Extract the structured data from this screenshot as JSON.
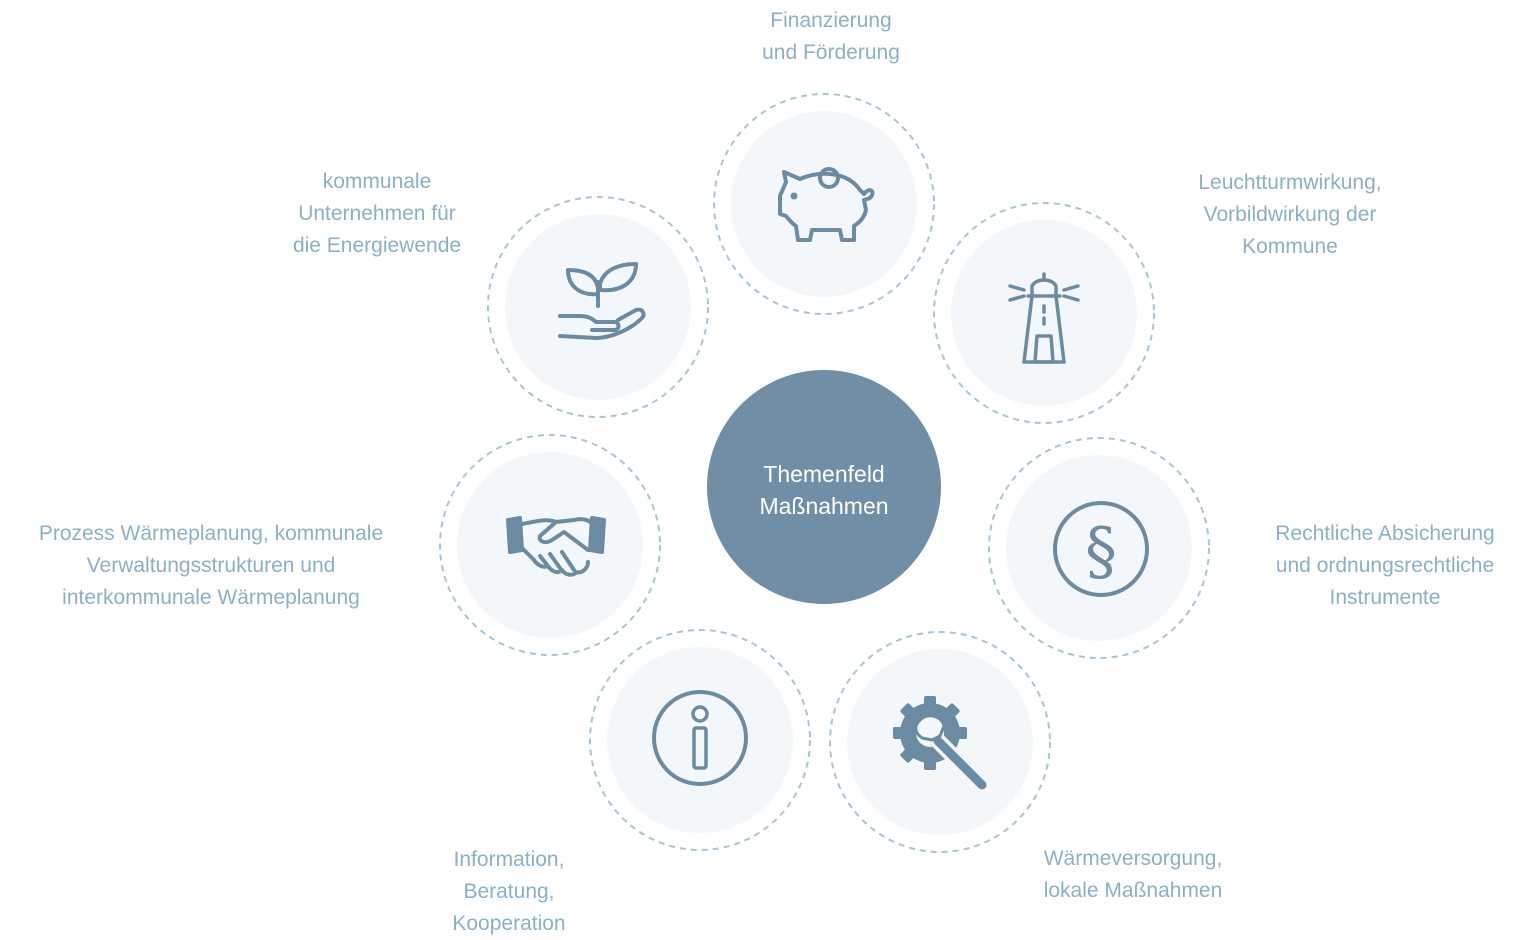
{
  "center": {
    "line1": "Themenfeld",
    "line2": "Maßnahmen"
  },
  "colors": {
    "center_fill": "#708fa6",
    "satellite_fill": "#f4f7f9",
    "dashed_ring": "#a9c4d6",
    "icon": "#6b8ba3",
    "label_text": "#8cafc8"
  },
  "topics": [
    {
      "icon": "piggy-bank-icon",
      "lines": [
        "Finanzierung",
        "und Förderung"
      ]
    },
    {
      "icon": "lighthouse-icon",
      "lines": [
        "Leuchtturmwirkung,",
        "Vorbildwirkung der",
        "Kommune"
      ]
    },
    {
      "icon": "paragraph-icon",
      "lines": [
        "Rechtliche Absicherung",
        "und ordnungsrechtliche",
        "Instrumente"
      ]
    },
    {
      "icon": "gear-wrench-icon",
      "lines": [
        "Wärmeversorgung,",
        "lokale Maßnahmen"
      ]
    },
    {
      "icon": "info-icon",
      "lines": [
        "Information,",
        "Beratung,",
        "Kooperation"
      ]
    },
    {
      "icon": "handshake-icon",
      "lines": [
        "Prozess Wärmeplanung, kommunale",
        "Verwaltungsstrukturen und",
        "interkommunale Wärmeplanung"
      ]
    },
    {
      "icon": "plant-hand-icon",
      "lines": [
        "kommunale",
        "Unternehmen für",
        "die Energiewende"
      ]
    }
  ]
}
